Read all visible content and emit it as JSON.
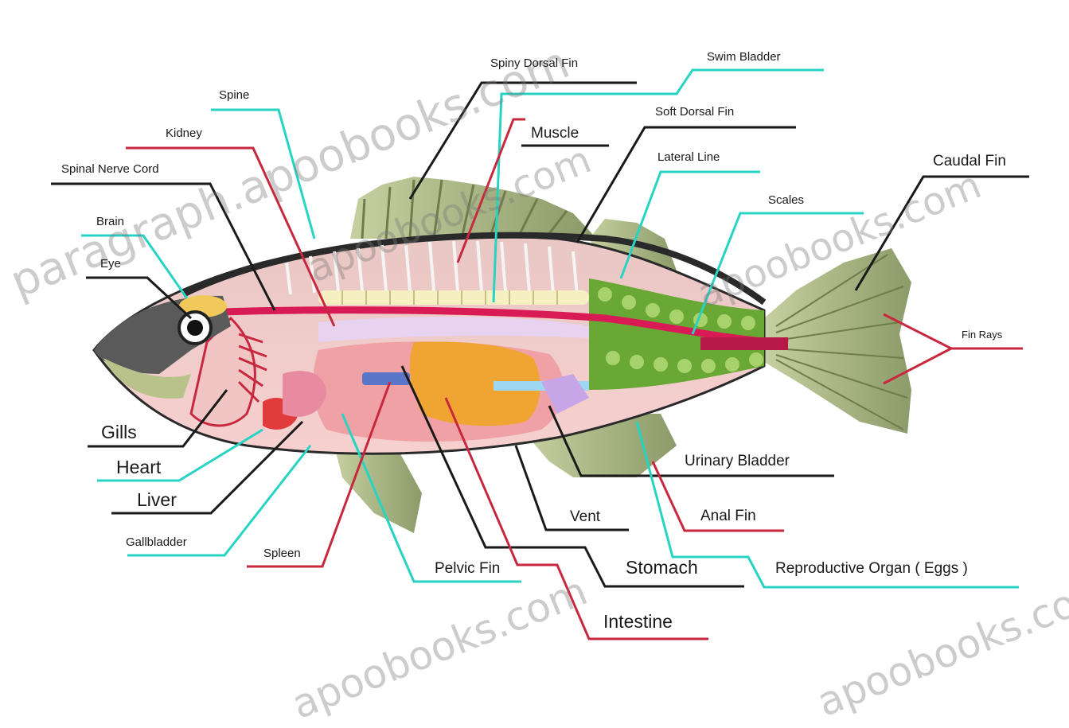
{
  "diagram": {
    "labels": {
      "spiny_dorsal_fin": "Spiny Dorsal Fin",
      "swim_bladder": "Swim Bladder",
      "spine": "Spine",
      "soft_dorsal_fin": "Soft Dorsal Fin",
      "kidney": "Kidney",
      "muscle": "Muscle",
      "spinal_nerve_cord": "Spinal Nerve Cord",
      "lateral_line": "Lateral Line",
      "caudal_fin": "Caudal Fin",
      "scales": "Scales",
      "brain": "Brain",
      "eye": "Eye",
      "fin_rays": "Fin Rays",
      "gills": "Gills",
      "heart": "Heart",
      "urinary_bladder": "Urinary Bladder",
      "liver": "Liver",
      "vent": "Vent",
      "anal_fin": "Anal Fin",
      "gallbladder": "Gallbladder",
      "spleen": "Spleen",
      "pelvic_fin": "Pelvic Fin",
      "stomach": "Stomach",
      "reproductive_organ": "Reproductive Organ ( Eggs )",
      "intestine": "Intestine"
    },
    "watermarks": {
      "left": "paragraph.apoobooks.com",
      "mid_top": "apoobooks.com",
      "right": "apoobooks.com",
      "bottom_center": "apoobooks.com",
      "bottom_right": "apoobooks.com"
    },
    "colors": {
      "black_leader": "#1a1a1a",
      "cyan_leader": "#27d3c3",
      "red_leader": "#c8283e",
      "body": "#f2b6b3",
      "stomach": "#f0a431",
      "fin": "#9fae7c",
      "scales": "#5a9a2e",
      "spinal_cord": "#d81b55"
    }
  }
}
